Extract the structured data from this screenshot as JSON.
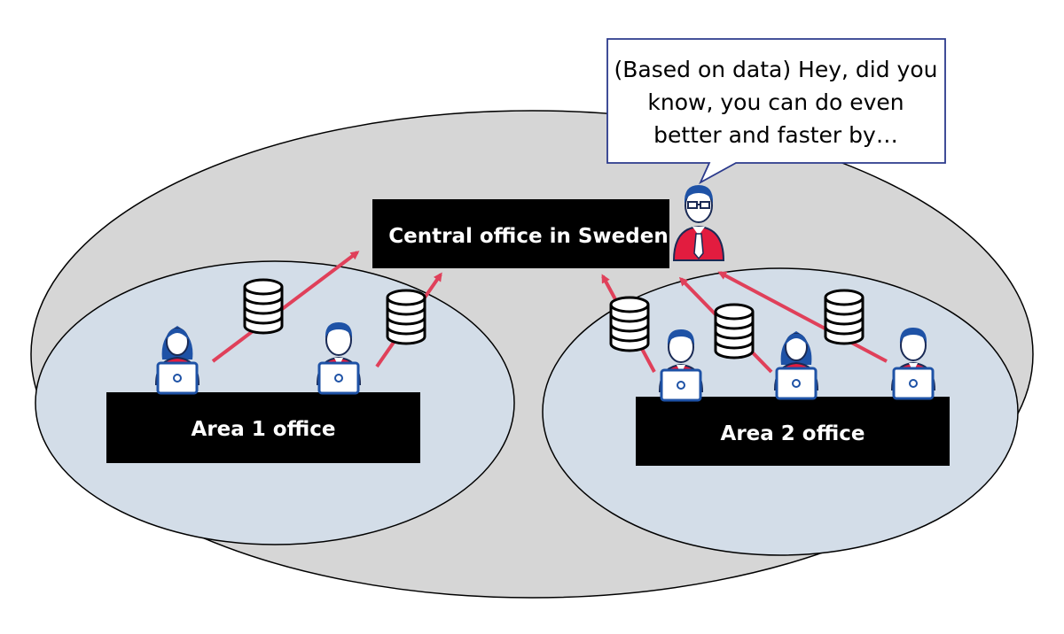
{
  "labels": {
    "central": "Central office in Sweden",
    "area1": "Area 1 office",
    "area2": "Area 2 office"
  },
  "speech_bubble": {
    "lines": [
      "(Based on data) Hey, did you",
      "know, you can do even",
      "better and faster by…"
    ]
  },
  "colors": {
    "outer_ellipse": "#d6d6d6",
    "area_ellipse": "#d3dde8",
    "label_box": "#000000",
    "arrow": "#e0405a",
    "person_hair": "#1e52a6",
    "person_shirt": "#e21c3f",
    "laptop": "#1e52a6"
  }
}
